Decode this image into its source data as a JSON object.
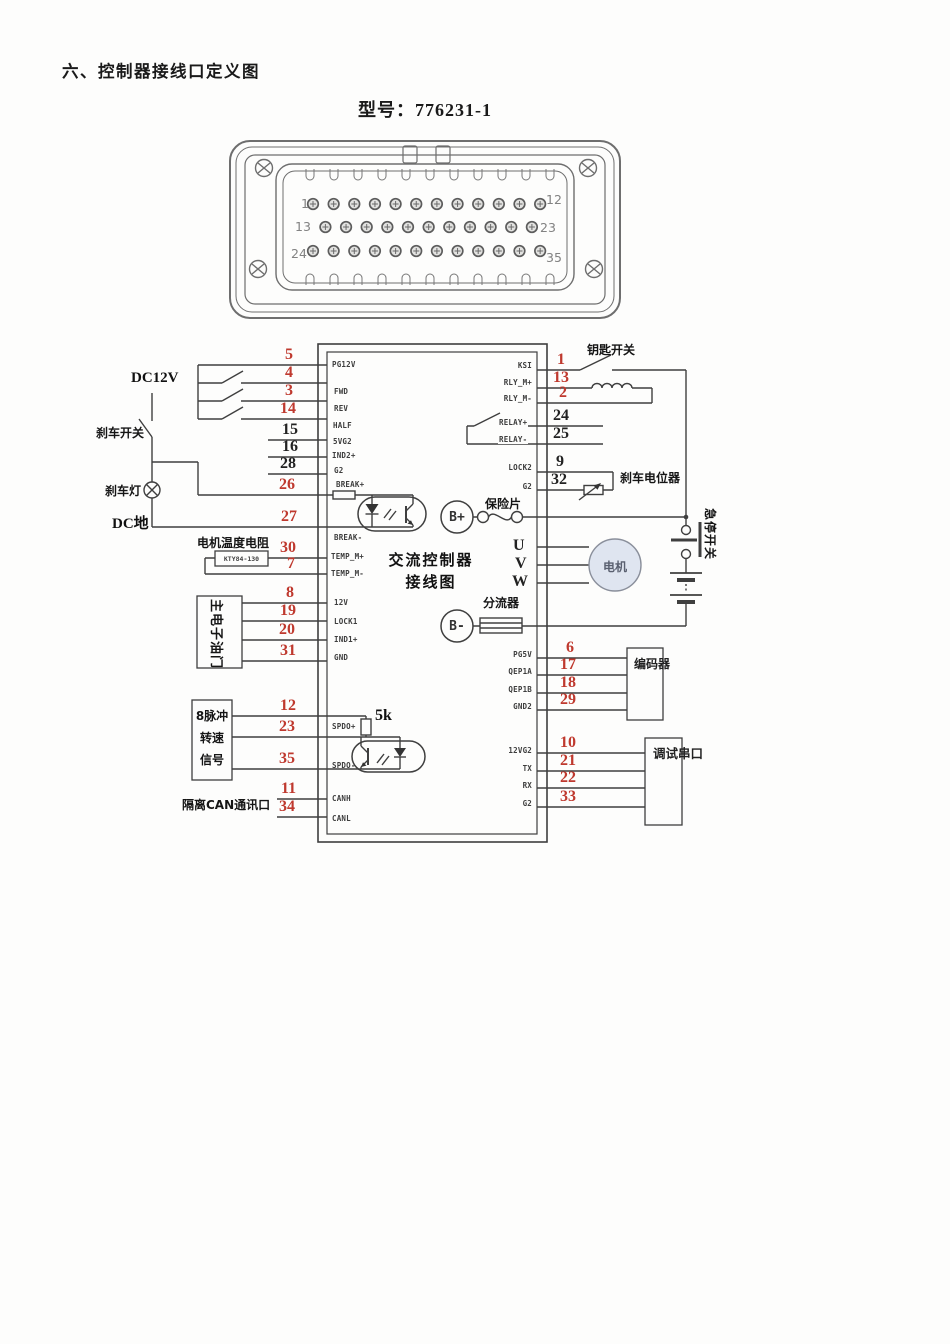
{
  "page": {
    "heading": "六、控制器接线口定义图",
    "model": "型号：776231-1"
  },
  "connector": {
    "row1_left": "1",
    "row1_right": "12",
    "row2_left": "13",
    "row2_right": "23",
    "row3_left": "24",
    "row3_right": "35"
  },
  "controller": {
    "title_line1": "交流控制器",
    "title_line2": "接线图",
    "b_plus": "B+",
    "b_minus": "B-",
    "pullup_resistor": "5k",
    "terminals": {
      "pg12v": "PG12V",
      "fwd": "FWD",
      "rev": "REV",
      "half": "HALF",
      "5vg2": "5VG2",
      "ind2": "IND2+",
      "g2l": "G2",
      "break_p": "BREAK+",
      "break_n": "BREAK-",
      "temp_p": "TEMP_M+",
      "temp_n": "TEMP_M-",
      "12v": "12V",
      "lock1": "LOCK1",
      "ind1": "IND1+",
      "gnd": "GND",
      "spdo_p": "SPDO+",
      "spdo_n": "SPDO-",
      "canh": "CANH",
      "canl": "CANL",
      "ksi": "KSI",
      "rly_p": "RLY_M+",
      "rly_n": "RLY_M-",
      "relay_p": "RELAY+",
      "relay_n": "RELAY-",
      "lock2": "LOCK2",
      "g2r": "G2",
      "u": "U",
      "v": "V",
      "w": "W",
      "pg5v": "PG5V",
      "qep1a": "QEP1A",
      "qep1b": "QEP1B",
      "gnd2": "GND2",
      "12vg2": "12VG2",
      "tx": "TX",
      "rx": "RX",
      "g2b": "G2"
    }
  },
  "labels": {
    "dc12v": "DC12V",
    "brake_switch": "刹车开关",
    "brake_light": "刹车灯",
    "dc_ground": "DC地",
    "motor_temp_resistor": "电机温度电阻",
    "temp_sensor_model": "KTY84-130",
    "throttle": "主电子油门",
    "pulse_line1": "8脉冲",
    "pulse_line2": "转速",
    "pulse_line3": "信号",
    "can_port": "隔离CAN通讯口",
    "key_switch": "钥匙开关",
    "brake_pot": "刹车电位器",
    "fuse": "保险片",
    "shunt": "分流器",
    "motor": "电机",
    "estop": "急停开关",
    "encoder": "编码器",
    "serial_port": "调试串口"
  },
  "colors": {
    "pin_red": "#bf392e",
    "pin_black": "#222222",
    "wire": "#3f3f3f"
  },
  "pins": {
    "p1": {
      "n": "1",
      "c": "red"
    },
    "p2": {
      "n": "2",
      "c": "red"
    },
    "p3": {
      "n": "3",
      "c": "red"
    },
    "p4": {
      "n": "4",
      "c": "red"
    },
    "p5": {
      "n": "5",
      "c": "red"
    },
    "p6": {
      "n": "6",
      "c": "red"
    },
    "p7": {
      "n": "7",
      "c": "red"
    },
    "p8": {
      "n": "8",
      "c": "red"
    },
    "p9": {
      "n": "9",
      "c": "black"
    },
    "p10": {
      "n": "10",
      "c": "red"
    },
    "p11": {
      "n": "11",
      "c": "red"
    },
    "p12": {
      "n": "12",
      "c": "red"
    },
    "p13": {
      "n": "13",
      "c": "red"
    },
    "p14": {
      "n": "14",
      "c": "red"
    },
    "p15": {
      "n": "15",
      "c": "black"
    },
    "p16": {
      "n": "16",
      "c": "black"
    },
    "p17": {
      "n": "17",
      "c": "red"
    },
    "p18": {
      "n": "18",
      "c": "red"
    },
    "p19": {
      "n": "19",
      "c": "red"
    },
    "p20": {
      "n": "20",
      "c": "red"
    },
    "p21": {
      "n": "21",
      "c": "red"
    },
    "p22": {
      "n": "22",
      "c": "red"
    },
    "p23": {
      "n": "23",
      "c": "red"
    },
    "p24": {
      "n": "24",
      "c": "black"
    },
    "p25": {
      "n": "25",
      "c": "black"
    },
    "p26": {
      "n": "26",
      "c": "red"
    },
    "p27": {
      "n": "27",
      "c": "red"
    },
    "p28": {
      "n": "28",
      "c": "black"
    },
    "p29": {
      "n": "29",
      "c": "red"
    },
    "p30": {
      "n": "30",
      "c": "red"
    },
    "p31": {
      "n": "31",
      "c": "red"
    },
    "p32": {
      "n": "32",
      "c": "black"
    },
    "p33": {
      "n": "33",
      "c": "red"
    },
    "p34": {
      "n": "34",
      "c": "red"
    },
    "p35": {
      "n": "35",
      "c": "red"
    }
  }
}
